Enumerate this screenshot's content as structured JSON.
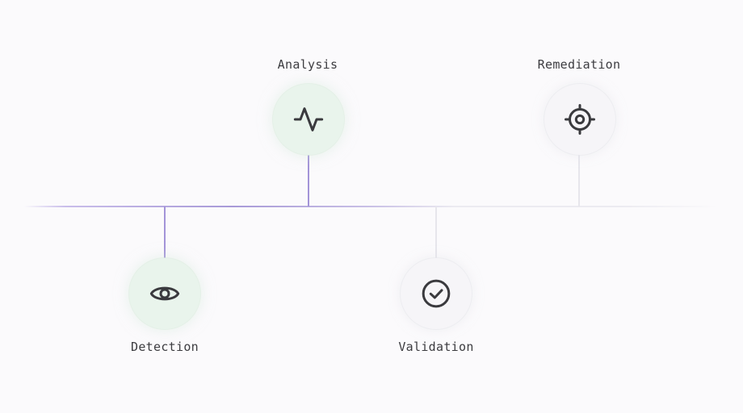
{
  "stages": [
    {
      "key": "detection",
      "label": "Detection",
      "icon": "eye-icon",
      "status": "active"
    },
    {
      "key": "analysis",
      "label": "Analysis",
      "icon": "pulse-icon",
      "status": "active"
    },
    {
      "key": "validation",
      "label": "Validation",
      "icon": "check-circle-icon",
      "status": "inactive"
    },
    {
      "key": "remediation",
      "label": "Remediation",
      "icon": "crosshair-icon",
      "status": "inactive"
    }
  ],
  "colors": {
    "active_line": "#a394d8",
    "active_node": "#e9f4ec",
    "inactive_line": "#e7e6ec",
    "inactive_node": "#f6f5f8",
    "icon": "#3a3a3e",
    "background": "#fbfafc"
  }
}
